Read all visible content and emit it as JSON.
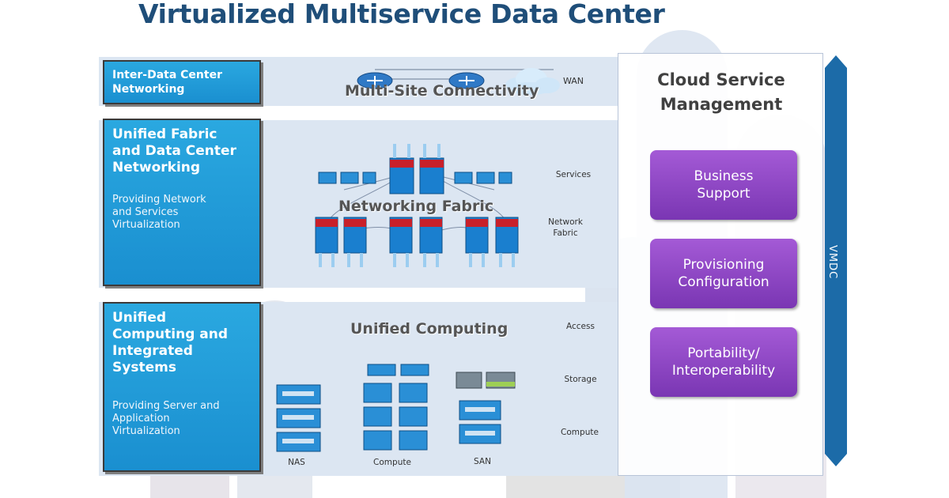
{
  "title": "Virtualized Multiservice Data Center",
  "layers": [
    {
      "heading": "Inter-Data Center Networking",
      "sub": ""
    },
    {
      "heading": "Unified Fabric and Data Center Networking",
      "sub": "Providing Network and Services Virtualization"
    },
    {
      "heading": "Unified Computing and Integrated Systems",
      "sub": "Providing Server and Application Virtualization"
    }
  ],
  "sections": {
    "wan": "Multi-Site Connectivity",
    "fabric": "Networking Fabric",
    "computing": "Unified Computing"
  },
  "side_labels": {
    "wan": "WAN",
    "services": "Services",
    "network_fabric_1": "Network",
    "network_fabric_2": "Fabric",
    "access": "Access",
    "storage": "Storage",
    "compute": "Compute"
  },
  "bottom_labels": {
    "nas": "NAS",
    "compute": "Compute",
    "san": "SAN"
  },
  "panel": {
    "title_line1": "Cloud Service",
    "title_line2": "Management",
    "buttons": [
      {
        "line1": "Business",
        "line2": "Support"
      },
      {
        "line1": "Provisioning",
        "line2": "Configuration"
      },
      {
        "line1": "Portability/",
        "line2": "Interoperability"
      }
    ]
  },
  "vmdc_label": "VMDC",
  "colors": {
    "title": "#1f4e79",
    "layer_box": "#1a8fd0",
    "band": "#dce6f2",
    "purple_button": "#7a36b3",
    "vmdc_bar": "#1c6ba8"
  }
}
